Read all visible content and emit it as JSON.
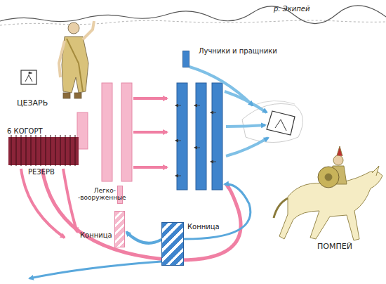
{
  "diagram": {
    "nodes": [
      {
        "text": [
          "Лучники и пращники"
        ]
      },
      {
        "text": [
          "6 КОГОРТ",
          "РЕЗЕРВ"
        ]
      },
      {
        "text": [
          "Легко- -вооруженные"
        ]
      },
      {
        "text": [
          "Конница"
        ]
      },
      {
        "text": [
          "Конница"
        ]
      }
    ],
    "edges": [
      {
        "from": 4,
        "to": 3,
        "arrow": "to"
      }
    ],
    "labels": [
      "р. Экипей",
      "ЦЕЗАРЬ",
      "ПОМПЕЙ"
    ]
  }
}
